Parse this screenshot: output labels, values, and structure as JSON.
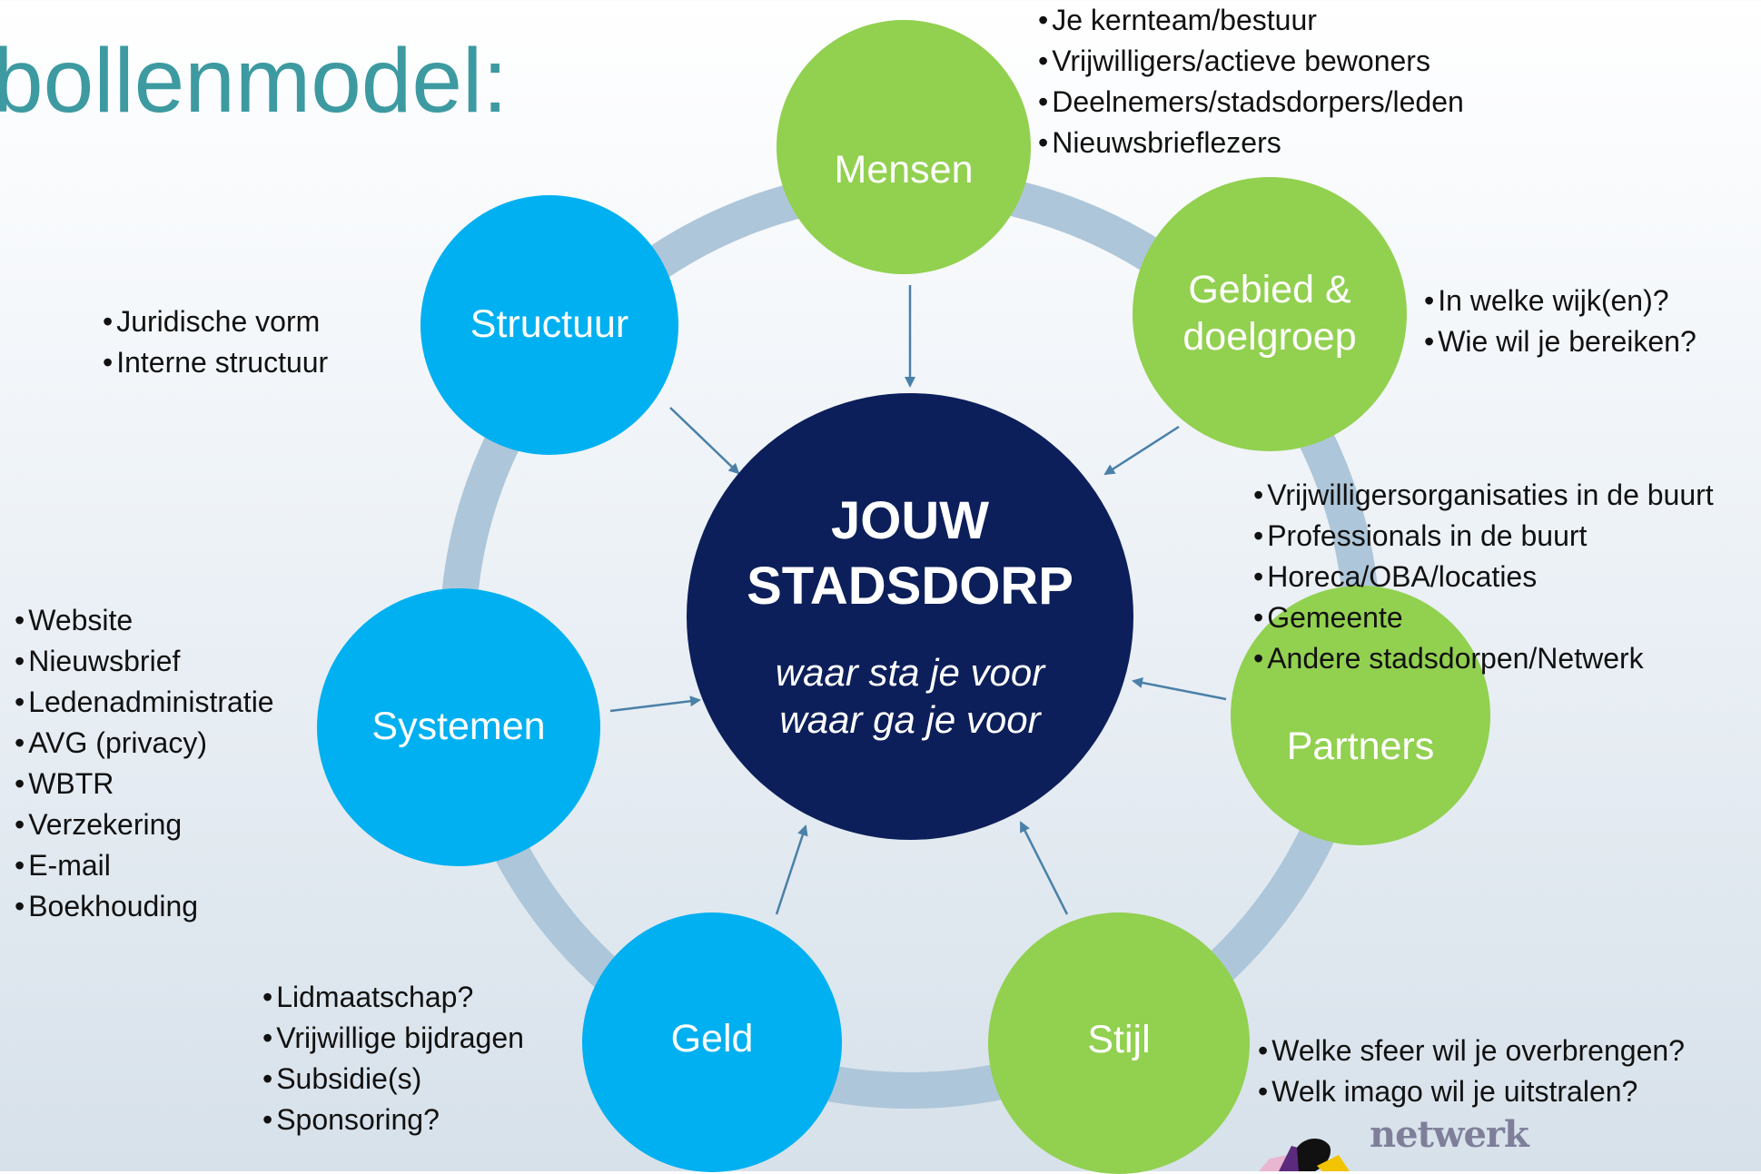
{
  "title": "bollenmodel:",
  "center": {
    "title_line1": "JOUW",
    "title_line2": "STADSDORP",
    "subtitle_line1": "waar sta je voor",
    "subtitle_line2": "waar ga je voor"
  },
  "nodes": {
    "mensen": {
      "label": "Mensen",
      "color": "#92d050",
      "items": [
        "Je kernteam/bestuur",
        "Vrijwilligers/actieve bewoners",
        "Deelnemers/stadsdorpers/leden",
        "Nieuwsbrieflezers"
      ]
    },
    "gebied": {
      "label_line1": "Gebied &",
      "label_line2": "doelgroep",
      "color": "#92d050",
      "items": [
        "In welke wijk(en)?",
        "Wie wil je bereiken?"
      ]
    },
    "partners": {
      "label": "Partners",
      "color": "#92d050",
      "items": [
        "Vrijwilligersorganisaties in de buurt",
        "Professionals in de buurt",
        "Horeca/OBA/locaties",
        "Gemeente",
        "Andere stadsdorpen/Netwerk"
      ]
    },
    "stijl": {
      "label": "Stijl",
      "color": "#92d050",
      "items": [
        "Welke sfeer wil je overbrengen?",
        "Welk imago wil je uitstralen?"
      ]
    },
    "geld": {
      "label": "Geld",
      "color": "#00b0f0",
      "items": [
        "Lidmaatschap?",
        "Vrijwillige bijdragen",
        "Subsidie(s)",
        "Sponsoring?"
      ]
    },
    "systemen": {
      "label": "Systemen",
      "color": "#00b0f0",
      "items": [
        "Website",
        "Nieuwsbrief",
        "Ledenadministratie",
        "AVG (privacy)",
        "WBTR",
        "Verzekering",
        "E-mail",
        "Boekhouding"
      ]
    },
    "structuur": {
      "label": "Structuur",
      "color": "#00b0f0",
      "items": [
        "Juridische vorm",
        "Interne structuur"
      ]
    }
  },
  "logo": {
    "text": "netwerk"
  }
}
